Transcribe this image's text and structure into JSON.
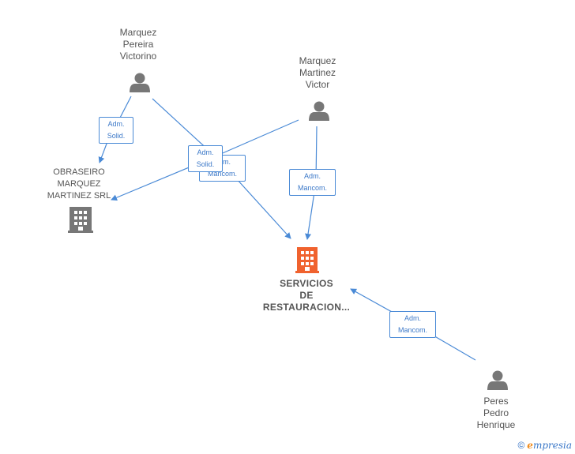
{
  "nodes": {
    "person_victorino": {
      "label": "Marquez\nPereira\nVictorino"
    },
    "person_victor": {
      "label": "Marquez\nMartinez\nVictor"
    },
    "person_peres": {
      "label": "Peres\nPedro\nHenrique"
    },
    "company_obraseiro": {
      "label": "OBRASEIRO\nMARQUEZ\nMARTINEZ SRL"
    },
    "company_servicios": {
      "label": "SERVICIOS\nDE\nRESTAURACION..."
    }
  },
  "edges": {
    "victorino_obraseiro": {
      "label": "Adm.\nSolid."
    },
    "victorino_servicios": {
      "label": "Adm.\nMancom."
    },
    "victor_obraseiro": {
      "label": "Adm.\nSolid."
    },
    "victor_servicios": {
      "label": "Adm.\nMancom."
    },
    "peres_servicios": {
      "label": "Adm.\nMancom."
    }
  },
  "colors": {
    "edge": "#4a8ad6",
    "person_icon": "#777777",
    "company_icon": "#777777",
    "main_company_icon": "#f0622e"
  },
  "footer": {
    "copyright": "©",
    "brand_initial": "e",
    "brand_rest": "mpresia"
  }
}
